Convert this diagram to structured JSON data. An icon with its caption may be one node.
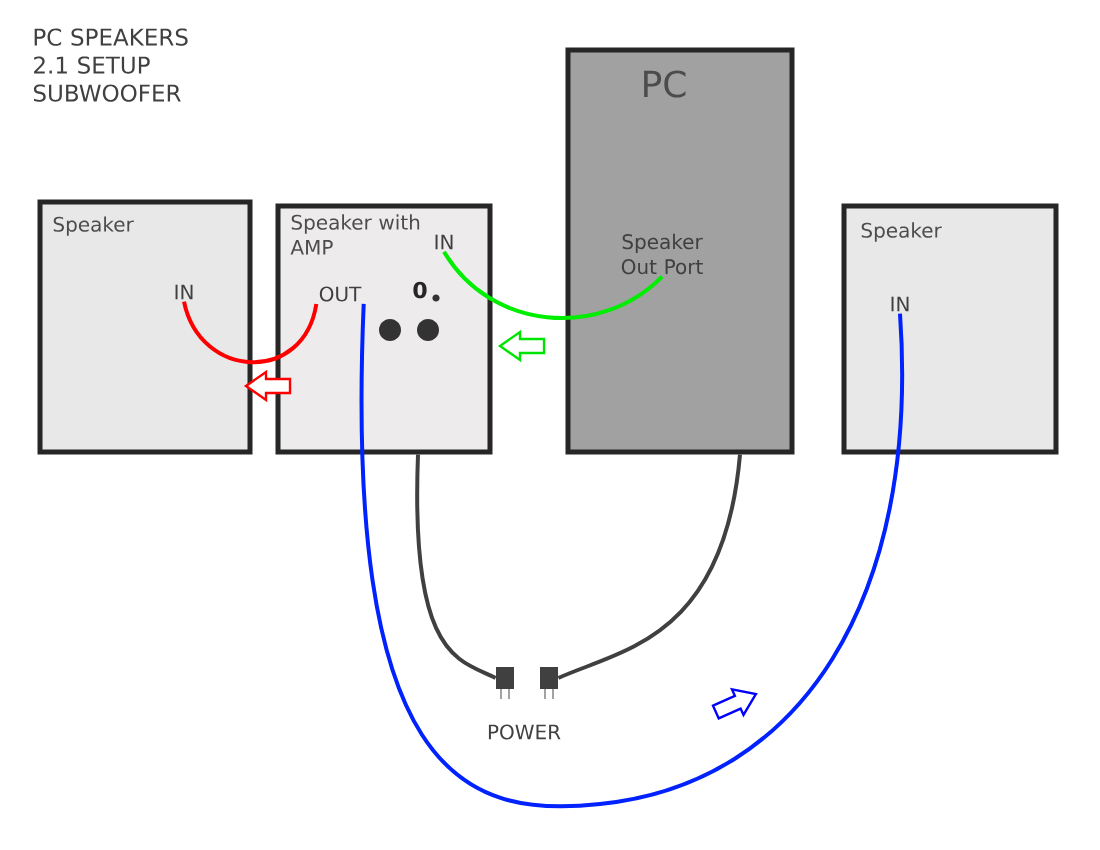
{
  "diagram": {
    "title": "PC SPEAKERS 2.1 SETUP SUBWOOFER",
    "nodes": [
      {
        "text": [
          "Speaker"
        ]
      },
      {
        "text": [
          "IN"
        ],
        "in": 0
      },
      {
        "text": [
          "Speaker with AMP"
        ]
      },
      {
        "text": [
          "IN"
        ],
        "in": 2
      },
      {
        "text": [
          "OUT"
        ],
        "in": 2
      },
      {
        "text": [
          "PC"
        ]
      },
      {
        "text": [
          "Speaker Out Port"
        ],
        "in": 5
      },
      {
        "text": [
          "Speaker"
        ]
      },
      {
        "text": [
          "IN"
        ],
        "in": 7
      },
      {
        "text": [],
        "shape": "plug"
      },
      {
        "text": [],
        "shape": "plug"
      }
    ],
    "edges": [
      {
        "from": 4,
        "to": 1,
        "arrow": "none",
        "color": "#ff0000"
      },
      {
        "from": 6,
        "to": 3,
        "arrow": "none",
        "color": "#00ee00"
      },
      {
        "from": 4,
        "to": 8,
        "arrow": "none",
        "color": "#0022ff"
      },
      {
        "from": 2,
        "to": 9,
        "arrow": "none"
      },
      {
        "from": 5,
        "to": 10,
        "arrow": "none"
      }
    ],
    "labels": [
      "0",
      "POWER"
    ]
  }
}
